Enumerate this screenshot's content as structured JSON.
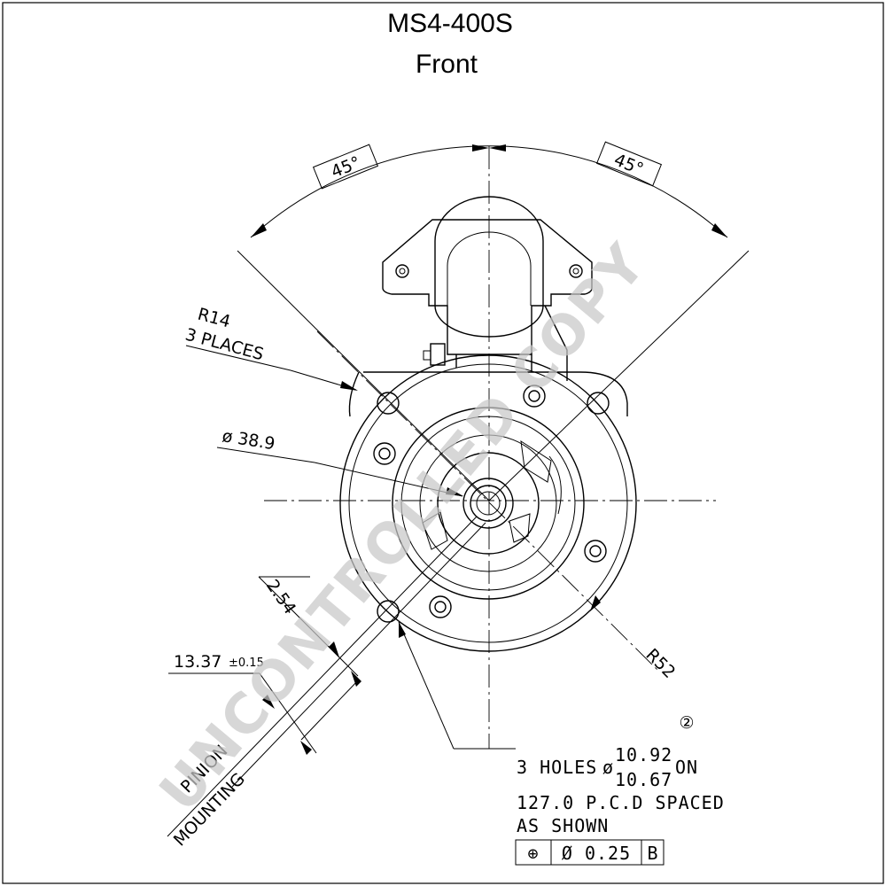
{
  "drawing": {
    "title": "MS4-400S",
    "view": "Front",
    "watermark": "UNCONTROLLED COPY"
  },
  "dimensions": {
    "angle_left": "45°",
    "angle_right": "45°",
    "radius_ears": "R14",
    "radius_ears_note": "3 PLACES",
    "pinion_dia": "ø 38.9",
    "offset_small": "2.54",
    "offset_main": "13.37",
    "offset_tol": "±0.15",
    "label_pinion": "PINION",
    "label_mounting": "MOUNTING",
    "radius_body": "R52",
    "note_marker": "②"
  },
  "note": {
    "line1_prefix": "3 HOLES",
    "dia_symbol": "ø",
    "dia_upper": "10.92",
    "dia_lower": "10.67",
    "line1_suffix": "ON",
    "line2": "127.0 P.C.D SPACED",
    "line3": "AS SHOWN"
  },
  "tolerance_frame": {
    "symbol": "⊕",
    "value": "Ø 0.25",
    "datum": "B"
  }
}
